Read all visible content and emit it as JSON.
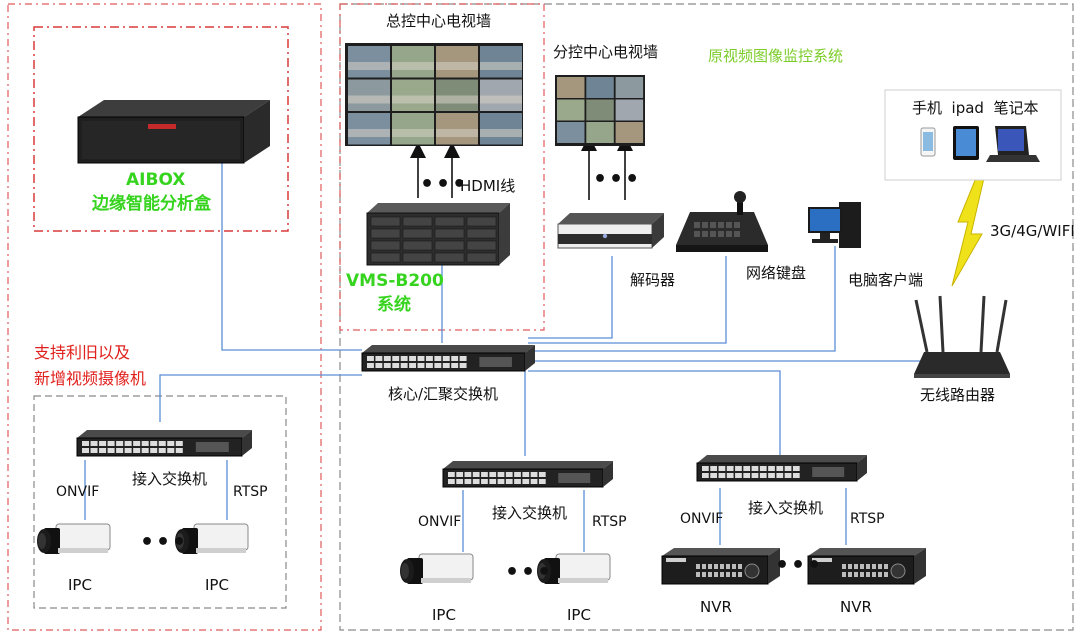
{
  "title": "",
  "colors": {
    "link_line": "#5b8fd6",
    "red_dashed": "#e05a5a",
    "gray_dashed": "#8a8a8a",
    "aibox_text": "#36d41f",
    "legacy_title": "#7ccd2a",
    "support_text": "#e0201c"
  },
  "aibox": {
    "name": "AIBOX",
    "desc": "边缘智能分析盒"
  },
  "vms": {
    "name": "VMS-B200",
    "sub": "系统"
  },
  "legacy_system_title": "原视频图像监控系统",
  "video_walls": {
    "main": "总控中心电视墙",
    "sub": "分控中心电视墙"
  },
  "hdmi_label": "HDMI线",
  "ellipsis": "•••",
  "devices": {
    "decoder": "解码器",
    "network_keyboard": "网络键盘",
    "pc_client": "电脑客户端",
    "mobile_devices": "手机  ipad  笔记本",
    "wireless": "3G/4G/WIFI",
    "router": "无线路由器",
    "core_switch": "核心/汇聚交换机",
    "access_switch": "接入交换机"
  },
  "support_note": {
    "line1": "支持利旧以及",
    "line2": "新增视频摄像机"
  },
  "protocols": {
    "onvif": "ONVIF",
    "rtsp": "RTSP"
  },
  "camera_label": "IPC",
  "nvr_label": "NVR"
}
